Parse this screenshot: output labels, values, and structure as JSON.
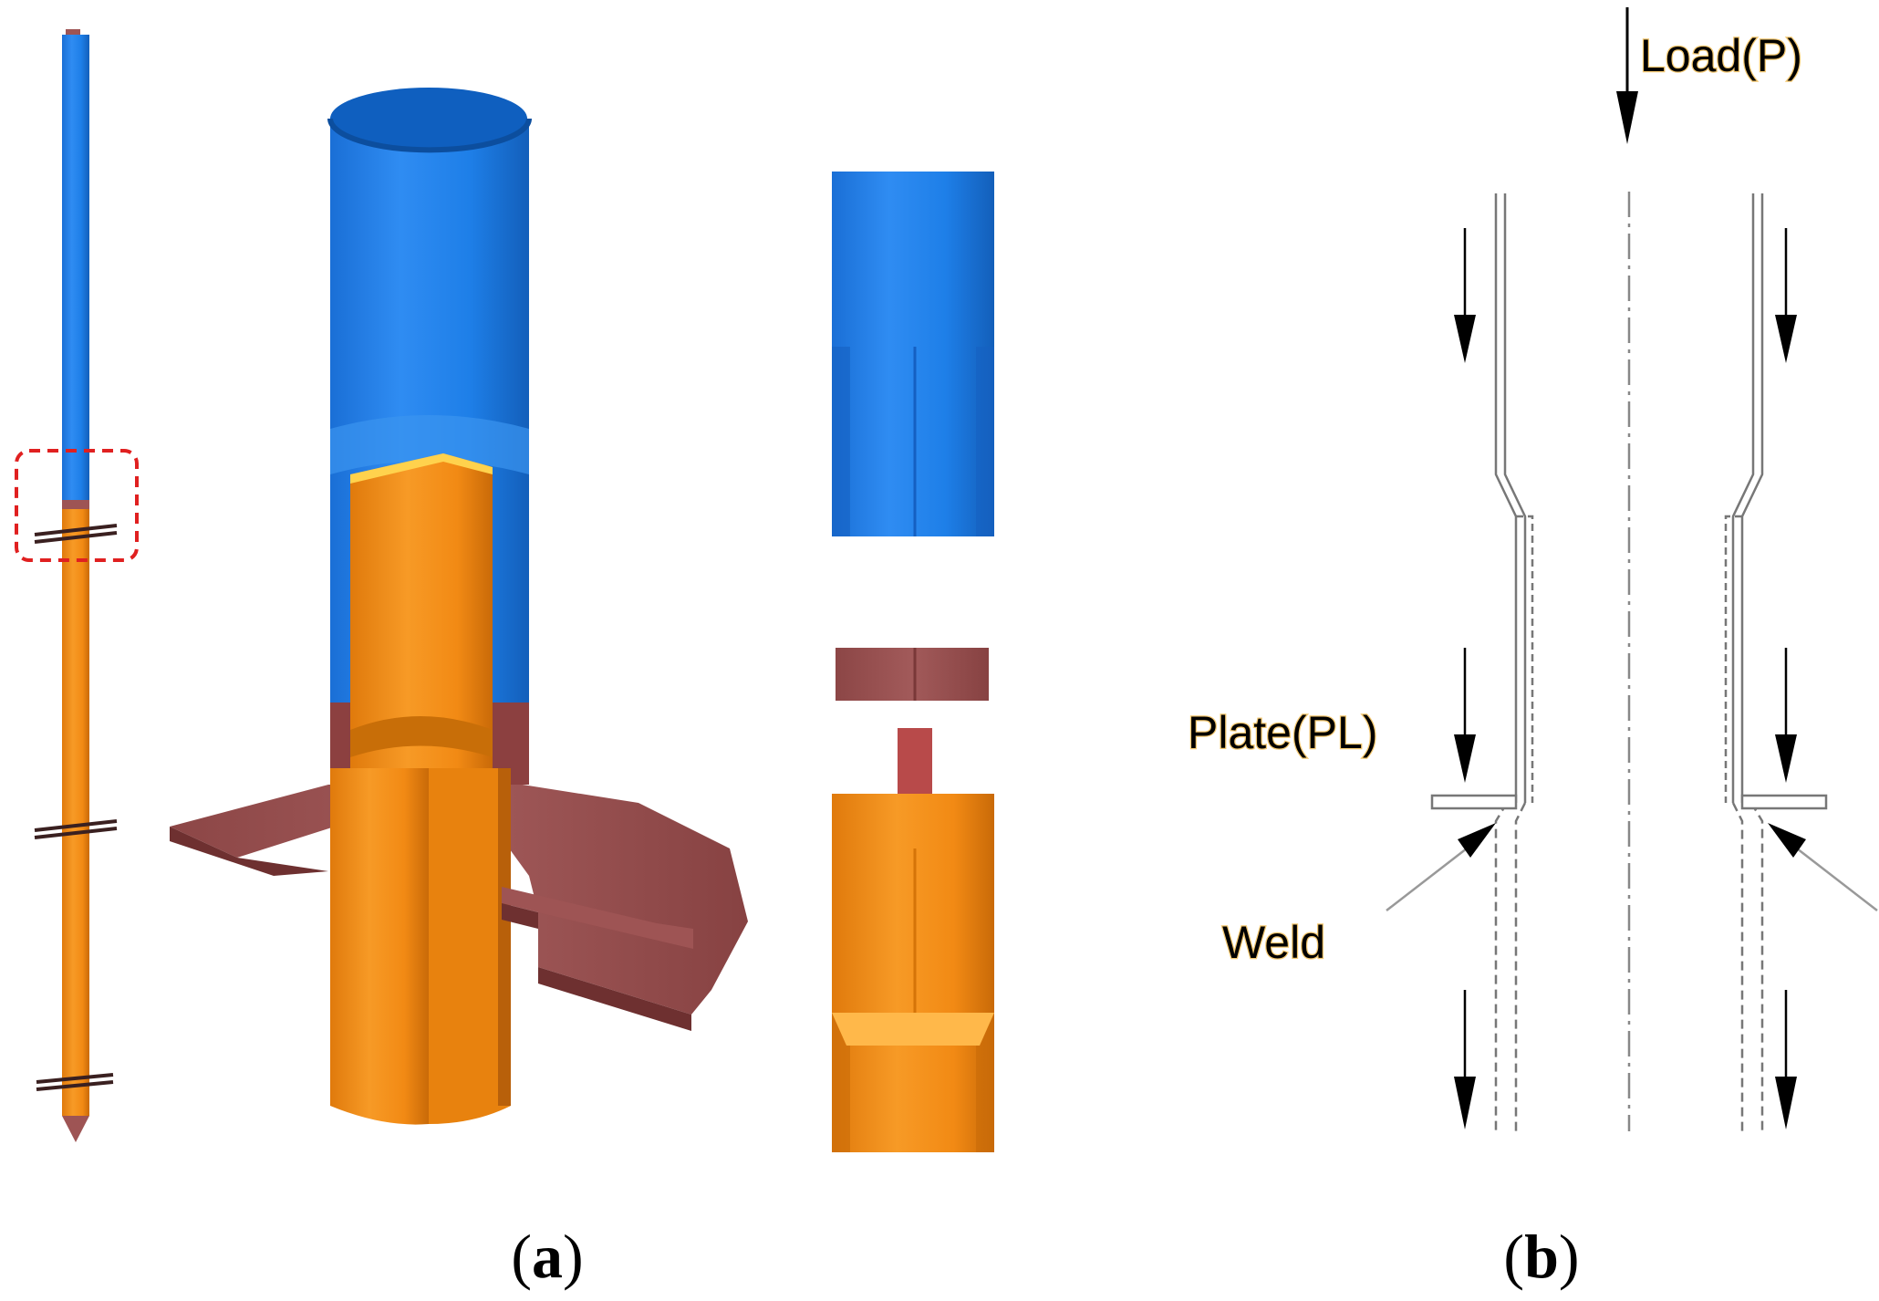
{
  "panel_a": {
    "caption_open": "(",
    "caption_letter": "a",
    "caption_close": ")",
    "colors": {
      "upper_pile": "#1e7fe8",
      "lower_pile": "#f28a14",
      "plate": "#9e5454",
      "highlight_box": "#e02020"
    }
  },
  "panel_b": {
    "caption_open": "(",
    "caption_letter": "b",
    "caption_close": ")",
    "load_label": "Load(P)",
    "plate_label": "Plate(PL)",
    "weld_label": "Weld"
  }
}
